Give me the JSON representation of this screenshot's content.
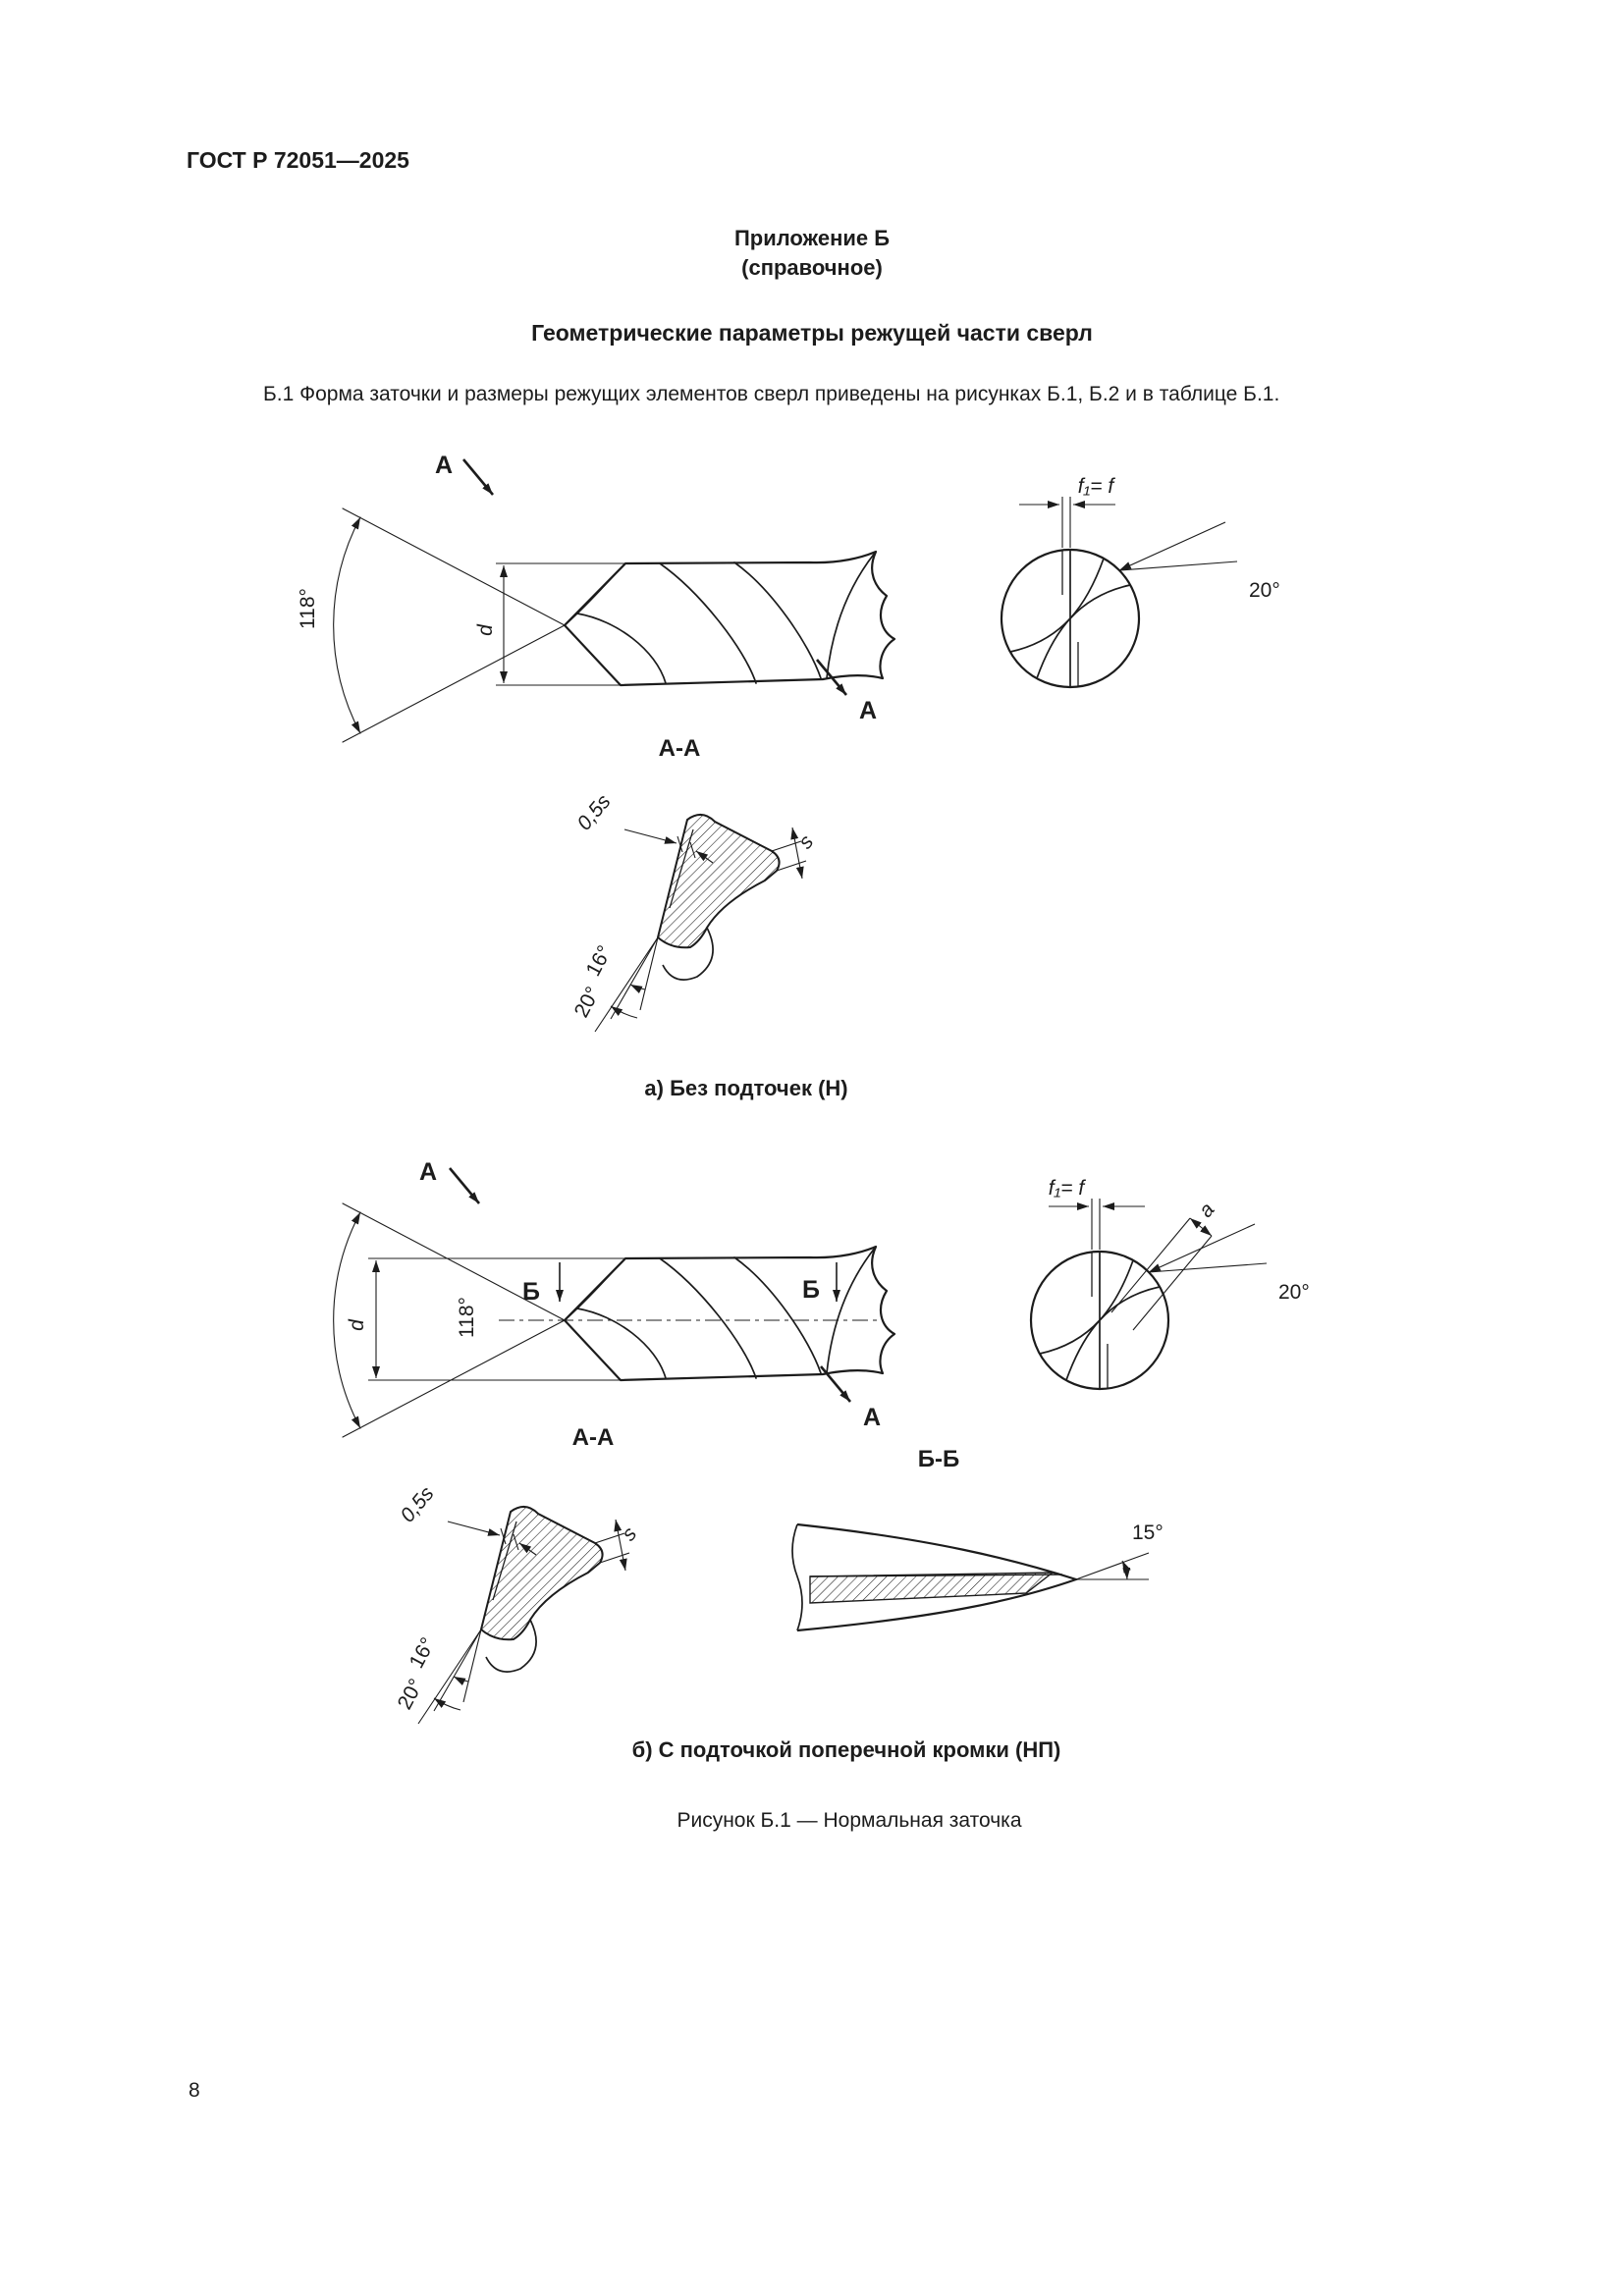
{
  "page": {
    "header": "ГОСТ Р 72051—2025",
    "page_number": "8"
  },
  "appendix": {
    "title": "Приложение Б",
    "subtitle": "(справочное)",
    "heading": "Геометрические параметры режущей части сверл",
    "intro": "Б.1 Форма заточки и размеры режущих элементов сверл приведены на рисунках Б.1, Б.2 и в таблице Б.1."
  },
  "figure_a": {
    "caption": "а) Без подточек (Н)",
    "side_view": {
      "section_letter_top": "А",
      "section_letter_bottom": "А",
      "angle_118": "118°",
      "diameter": "d"
    },
    "end_view": {
      "f1f": "f₁= f",
      "angle_20": "20°"
    },
    "section_view": {
      "title": "А-А",
      "dim_05s": "0,5s",
      "dim_s": "s",
      "angle_16": "16°",
      "angle_20": "20°"
    }
  },
  "figure_b": {
    "caption": "б) С подточкой поперечной кромки (НП)",
    "side_view": {
      "section_letter_top": "А",
      "section_letter_bottom": "А",
      "angle_118": "118°",
      "diameter": "d",
      "section_letter_b_left": "Б",
      "section_letter_b_right": "Б"
    },
    "end_view": {
      "f1f": "f₁= f",
      "dim_a": "a",
      "angle_20": "20°"
    },
    "section_aa": {
      "title": "А-А",
      "dim_05s": "0,5s",
      "dim_s": "s",
      "angle_16": "16°",
      "angle_20": "20°"
    },
    "section_bb": {
      "title": "Б-Б",
      "angle_15": "15°"
    }
  },
  "figure_caption": "Рисунок Б.1 — Нормальная заточка"
}
